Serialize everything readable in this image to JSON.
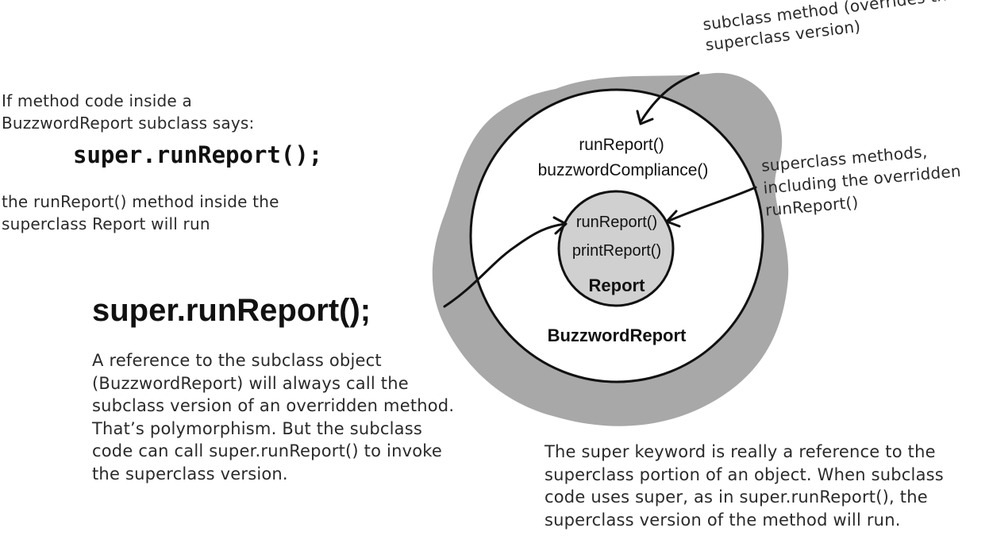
{
  "left_note": {
    "line1": "If method code inside a\nBuzzwordReport subclass says:",
    "code": "super.runReport();",
    "line2": "the runReport() method inside the\nsuperclass Report will run"
  },
  "main_code": "super.runReport();",
  "bottom_left_note": "A reference to the subclass object\n(BuzzwordReport) will always call the\nsubclass version of an overridden method.\nThat’s polymorphism. But the subclass\ncode can call super.runReport() to invoke\nthe superclass version.",
  "bottom_right_note": "The super keyword is really a reference to the\nsuperclass portion of an object. When subclass\ncode uses super, as in super.runReport(), the\nsuperclass version of the method will run.",
  "subclass_annotation": "subclass method (overrides the\nsuperclass version)",
  "superclass_annotation": "superclass methods,\nincluding the overridden\nrunReport()",
  "outer_object": {
    "name": "BuzzwordReport",
    "methods": [
      "runReport()",
      "buzzwordCompliance()"
    ]
  },
  "inner_object": {
    "name": "Report",
    "methods": [
      "runReport()",
      "printReport()"
    ]
  },
  "colors": {
    "blob": "#a8a8a8",
    "inner_circle": "#d0d0d0",
    "outer_circle": "#ffffff",
    "stroke": "#111111"
  }
}
